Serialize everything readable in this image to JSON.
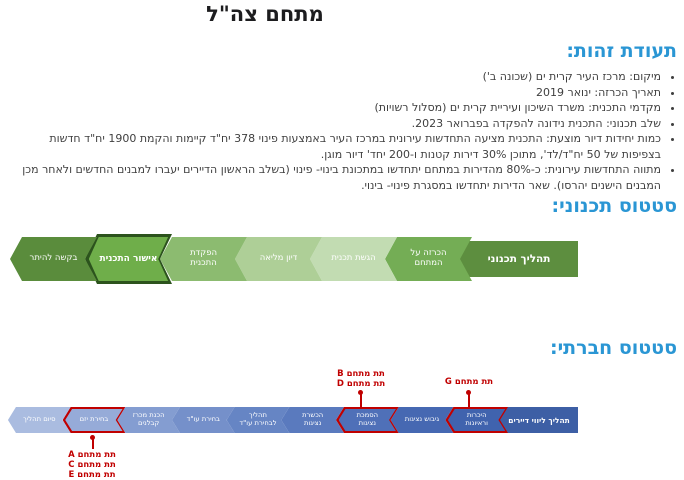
{
  "page_title": "מתחם צה\"ל",
  "identity": {
    "heading": "תעודת זהות:",
    "bullets": [
      "מיקום: מרכז העיר קרית ים (שכונה ב')",
      "תאריך הכרזה: ינואר 2019",
      "מקדמי התכנית: משרד השיכון ועיריית קרית ים (מסלול רשויות)",
      "שלב תכנוני: התכנית נידונה להפקדה בפברואר 2023.",
      "כמות יחידות דיור מוצעת: התכנית מציעה התחדשות עירונית במרכז העיר באמצעות פינוי 378 יח\"ד קיימות והקמת 1900 יח\"ד חדשות בצפיפות של 50 יח\"ד/לד', מתוכן 30% דירות קטנות ו-200 יחד' דיור מוגן.",
      "מתווה התחדשות עירונית: כ-80% מהדירות במתחם יתחדשו במתכונת בינוי- פינוי (בשלב הראשון הדיירים יעברו למבנים החדשים ולאחר מכן המבנים הישנים יהרסו). שאר הדירות יתחדשו במסגרת פינוי- בינוי."
    ]
  },
  "planning_status": {
    "heading": "סטטוס תכנוני:",
    "label": "תהליך תכנוני",
    "steps": [
      {
        "text": "הכרזה על\nהמתחם",
        "color": "#74ad55",
        "highlighted": false
      },
      {
        "text": "הגשת תכנית",
        "color": "#c2dcb2",
        "highlighted": false
      },
      {
        "text": "דיון מליאה",
        "color": "#aecf97",
        "highlighted": false
      },
      {
        "text": "הפקדת\nהתכנית",
        "color": "#8cbb70",
        "highlighted": false
      },
      {
        "text": "אישור התכנית",
        "color": "#6fae4a",
        "highlighted": true
      },
      {
        "text": "בקשה להיתר",
        "color": "#5a8c3c",
        "highlighted": false
      }
    ]
  },
  "social_status": {
    "heading": "סטטוס חברתי:",
    "label": "תהליך ליווי דיירים",
    "steps": [
      {
        "text": "היכרות\nוראיונות",
        "color": "#4063ae",
        "outlined": true
      },
      {
        "text": "גיבוש נציגות",
        "color": "#4668b2",
        "outlined": false
      },
      {
        "text": "הסמכת\nנציגות",
        "color": "#4f70b8",
        "outlined": true
      },
      {
        "text": "הכשרת\nנציגות",
        "color": "#5a7abe",
        "outlined": false
      },
      {
        "text": "תהליך\nלבחירת עו\"ד",
        "color": "#6685c4",
        "outlined": false
      },
      {
        "text": "בחירת עו\"ד",
        "color": "#7590ca",
        "outlined": false
      },
      {
        "text": "הכנת מכרז\nקבלנים",
        "color": "#849dd1",
        "outlined": false
      },
      {
        "text": "בחירת יזם",
        "color": "#96abd8",
        "outlined": true
      },
      {
        "text": "סיום תהליך",
        "color": "#aabce0",
        "outlined": false
      }
    ],
    "callouts": {
      "bd": "תת מתחם B\nתת מתחם D",
      "g": "תת מתחם G",
      "ace": "תת מתחם A\nתת מתחם C\nתת מתחם E"
    }
  },
  "colors": {
    "heading_blue": "#2a96d4",
    "annotation_red": "#c00000",
    "planning_label_green": "#5d8e3f",
    "planning_highlight_border": "#2c531d",
    "social_label_blue": "#3d5fa5"
  }
}
